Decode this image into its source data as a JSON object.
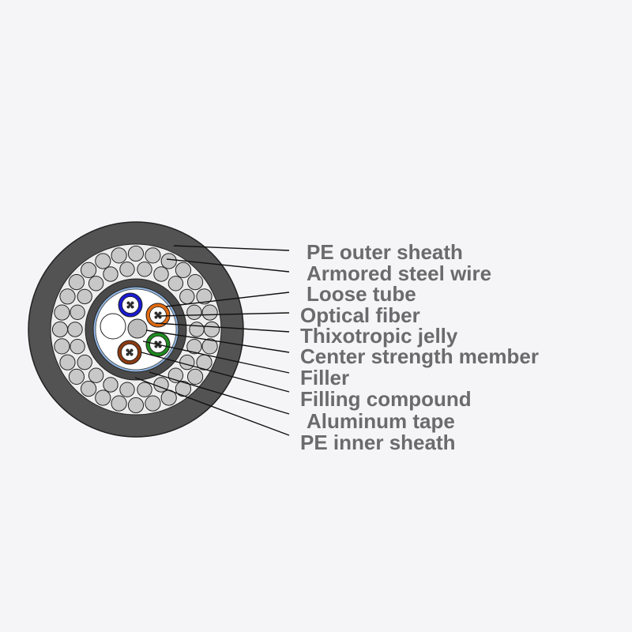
{
  "labels": [
    "PE outer sheath",
    "Armored steel wire",
    "Loose tube",
    "Optical fiber",
    "Thixotropic jelly",
    "Center strength member",
    "Filler",
    "Filling compound",
    "Aluminum tape",
    "PE inner sheath"
  ],
  "colors": {
    "outer_sheath": "#535353",
    "armor_wire": "#c8c8c8",
    "inner_sheath": "#4a4a4a",
    "aluminum_tape": "#8fb4e0",
    "tube_blue": "#1a1ad0",
    "tube_orange": "#e06a10",
    "tube_green": "#1e8a1e",
    "tube_brown": "#8a3a10",
    "filler": "#ffffff",
    "center_member": "#bdbdbd",
    "label_text": "#6b6b6e"
  }
}
